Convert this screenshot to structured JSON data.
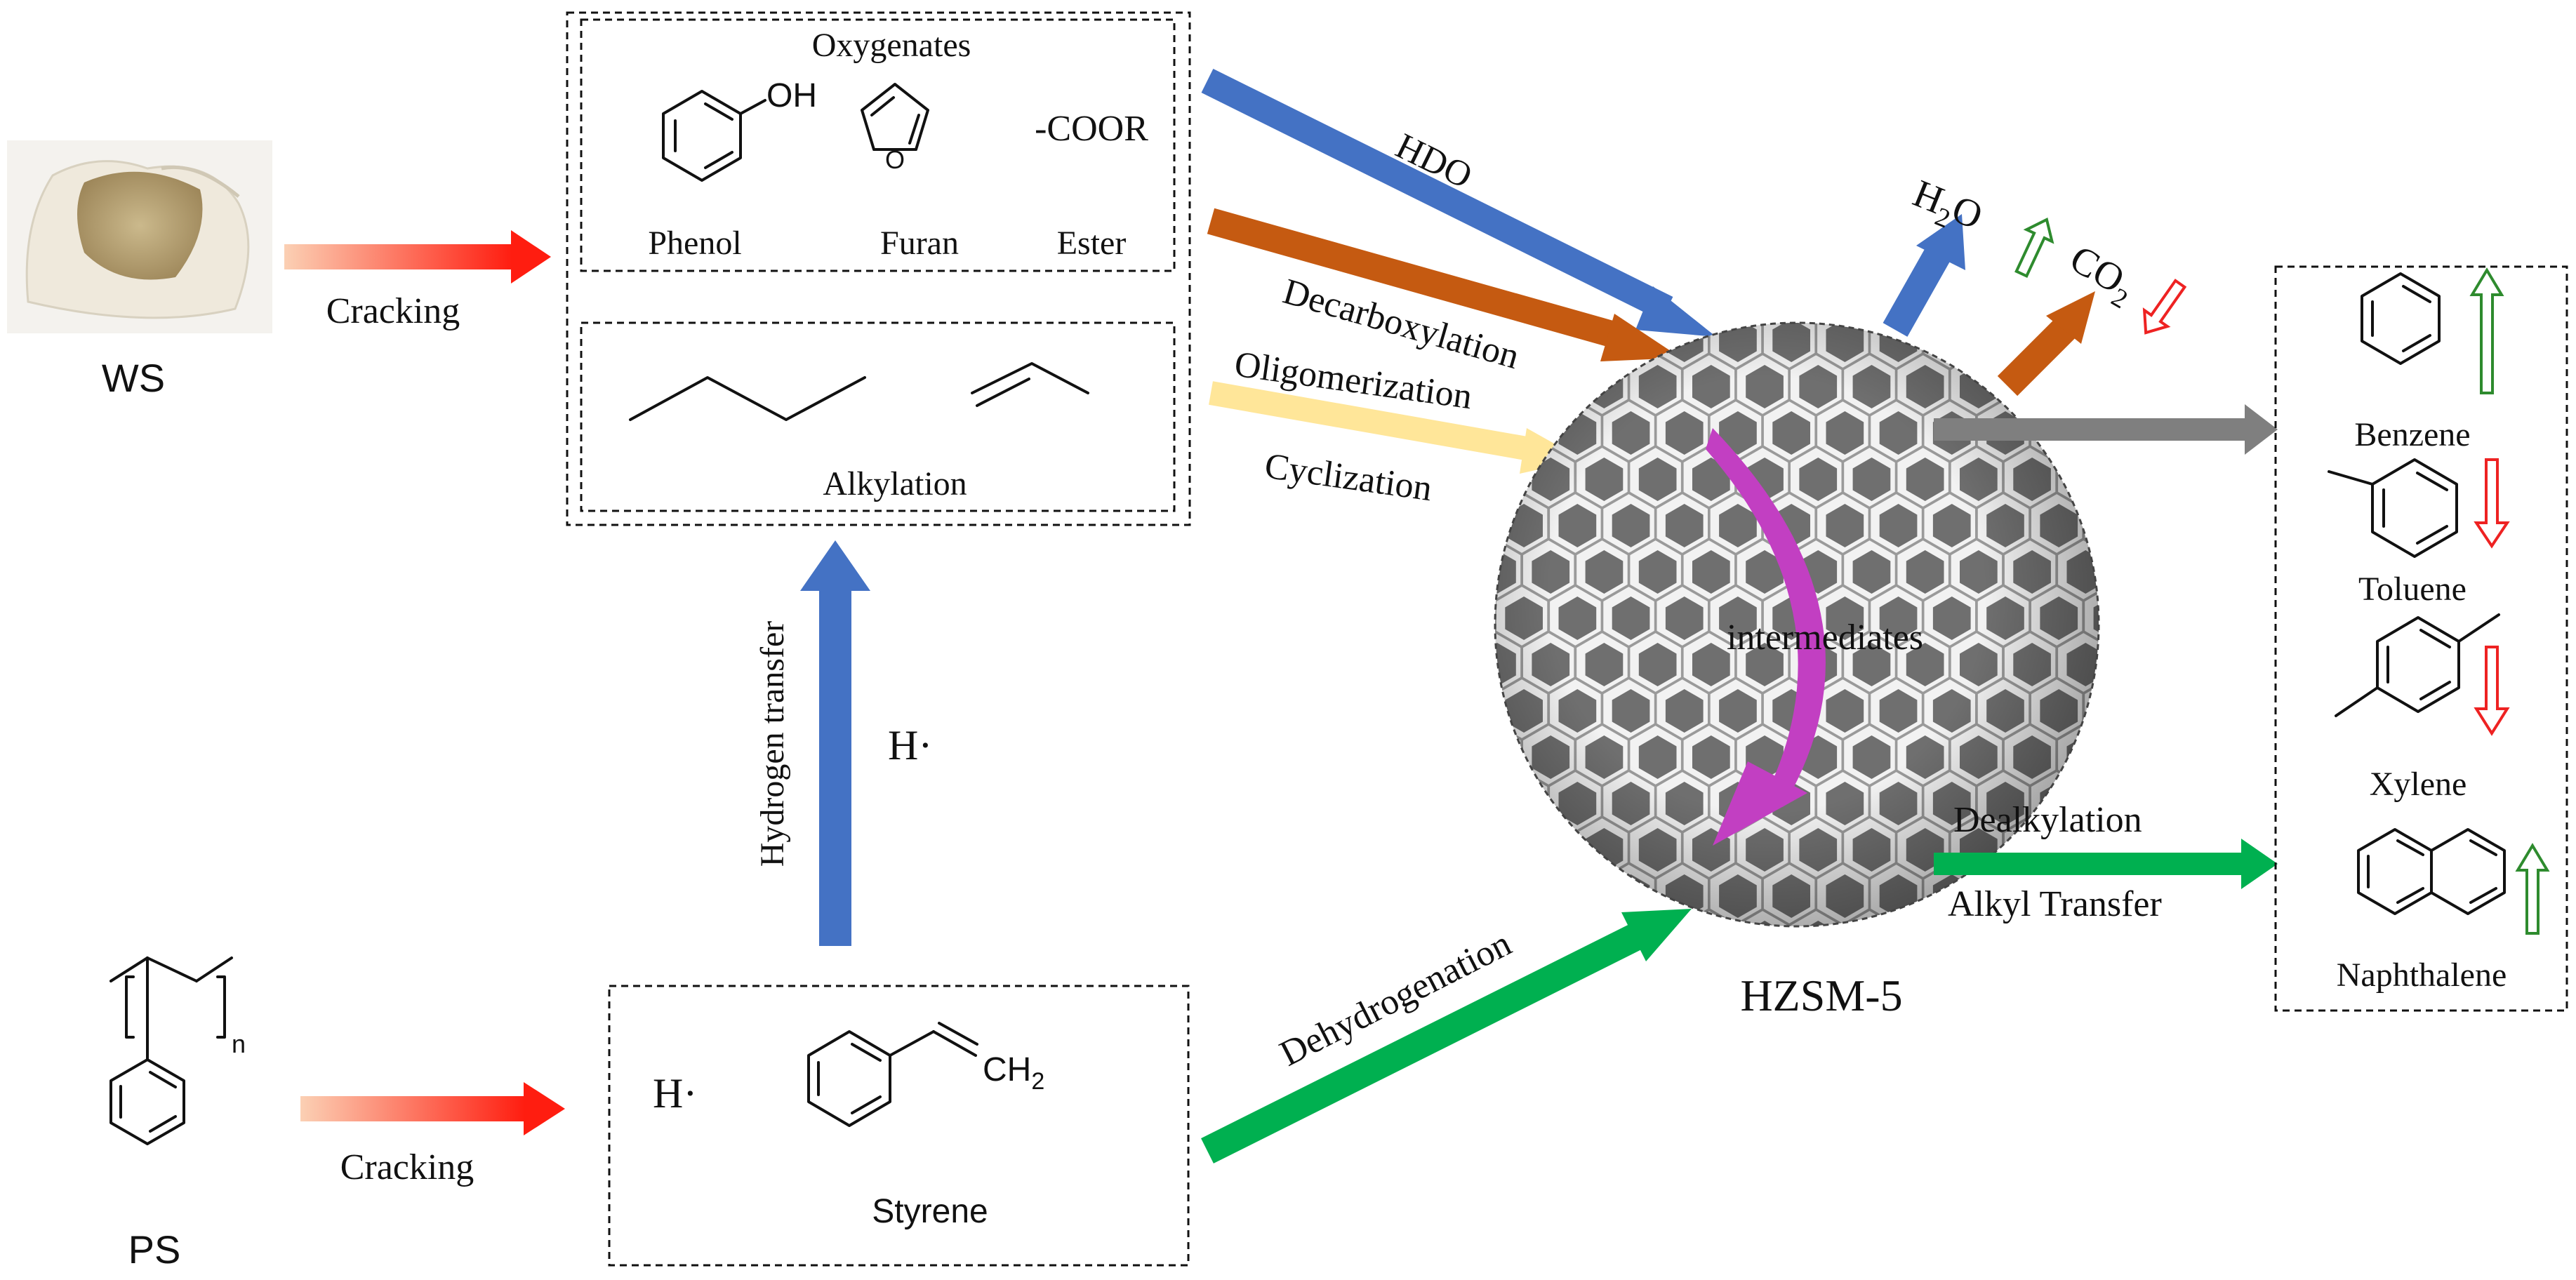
{
  "source_labels": {
    "ws": "WS",
    "ps": "PS",
    "ps_subscript": "n"
  },
  "process_labels": {
    "cracking_top": "Cracking",
    "cracking_bottom": "Cracking",
    "hydrogen_transfer": "Hydrogen transfer",
    "h_radical_middle": "H·",
    "h_radical_box": "H·"
  },
  "oxygenates_box": {
    "title": "Oxygenates",
    "phenol": "Phenol",
    "phenol_group": "OH",
    "furan": "Furan",
    "ester": "Ester",
    "ester_group": "-COOR"
  },
  "alkyl_box": {
    "label": "Alkylation"
  },
  "styrene_box": {
    "label": "Styrene",
    "group": "CH",
    "group_sub": "2"
  },
  "reaction_labels": {
    "hdo": "HDO",
    "decarboxylation": "Decarboxylation",
    "oligomerization": "Oligomerization",
    "cyclization": "Cyclization",
    "dehydrogenation": "Dehydrogenation",
    "dealkylation": "Dealkylation",
    "alkyl_transfer": "Alkyl Transfer"
  },
  "catalyst": {
    "name": "HZSM-5",
    "intermediates": "intermediates"
  },
  "byproducts": {
    "water": {
      "main": "H",
      "sub": "2",
      "end": "O",
      "trend": "up"
    },
    "co2": {
      "main": "CO",
      "sub": "2",
      "trend": "down"
    }
  },
  "products": [
    {
      "name": "Benzene",
      "trend": "up"
    },
    {
      "name": "Toluene",
      "trend": "down"
    },
    {
      "name": "Xylene",
      "trend": "down"
    },
    {
      "name": "Naphthalene",
      "trend": "up"
    }
  ],
  "colors": {
    "hdo_arrow": "#4472c4",
    "decarboxylation_arrow": "#c55a11",
    "oligomerization_arrow": "#ffe699",
    "dehydrogenation_arrow": "#00b050",
    "product_arrow": "#7f7f7f",
    "cracking_arrow": "#ff2a1a",
    "intermediates_arrow": "#c23fc2",
    "trend_up": "#2e8b2e",
    "trend_down": "#ee2222"
  }
}
